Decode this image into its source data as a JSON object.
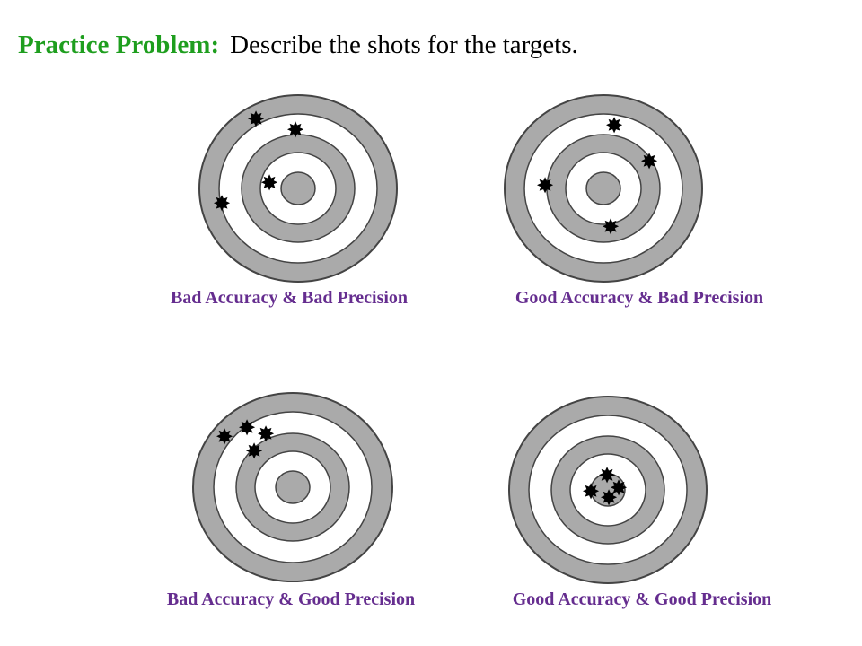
{
  "header": {
    "prefix": "Practice Problem:",
    "text": "Describe the shots for the targets."
  },
  "colors": {
    "title_prefix": "#1e9e1e",
    "caption": "#652d8f",
    "ring_gray": "#aaaaaa",
    "ring_outline": "#444444",
    "shot": "#000000"
  },
  "targets": [
    {
      "caption": "Bad Accuracy & Bad Precision",
      "shot_icon": "burst-icon",
      "shot_count": 4
    },
    {
      "caption": "Good Accuracy & Bad Precision",
      "shot_icon": "burst-icon",
      "shot_count": 4
    },
    {
      "caption": "Bad Accuracy & Good Precision",
      "shot_icon": "burst-icon",
      "shot_count": 4
    },
    {
      "caption": "Good Accuracy & Good Precision",
      "shot_icon": "burst-icon",
      "shot_count": 4
    }
  ]
}
